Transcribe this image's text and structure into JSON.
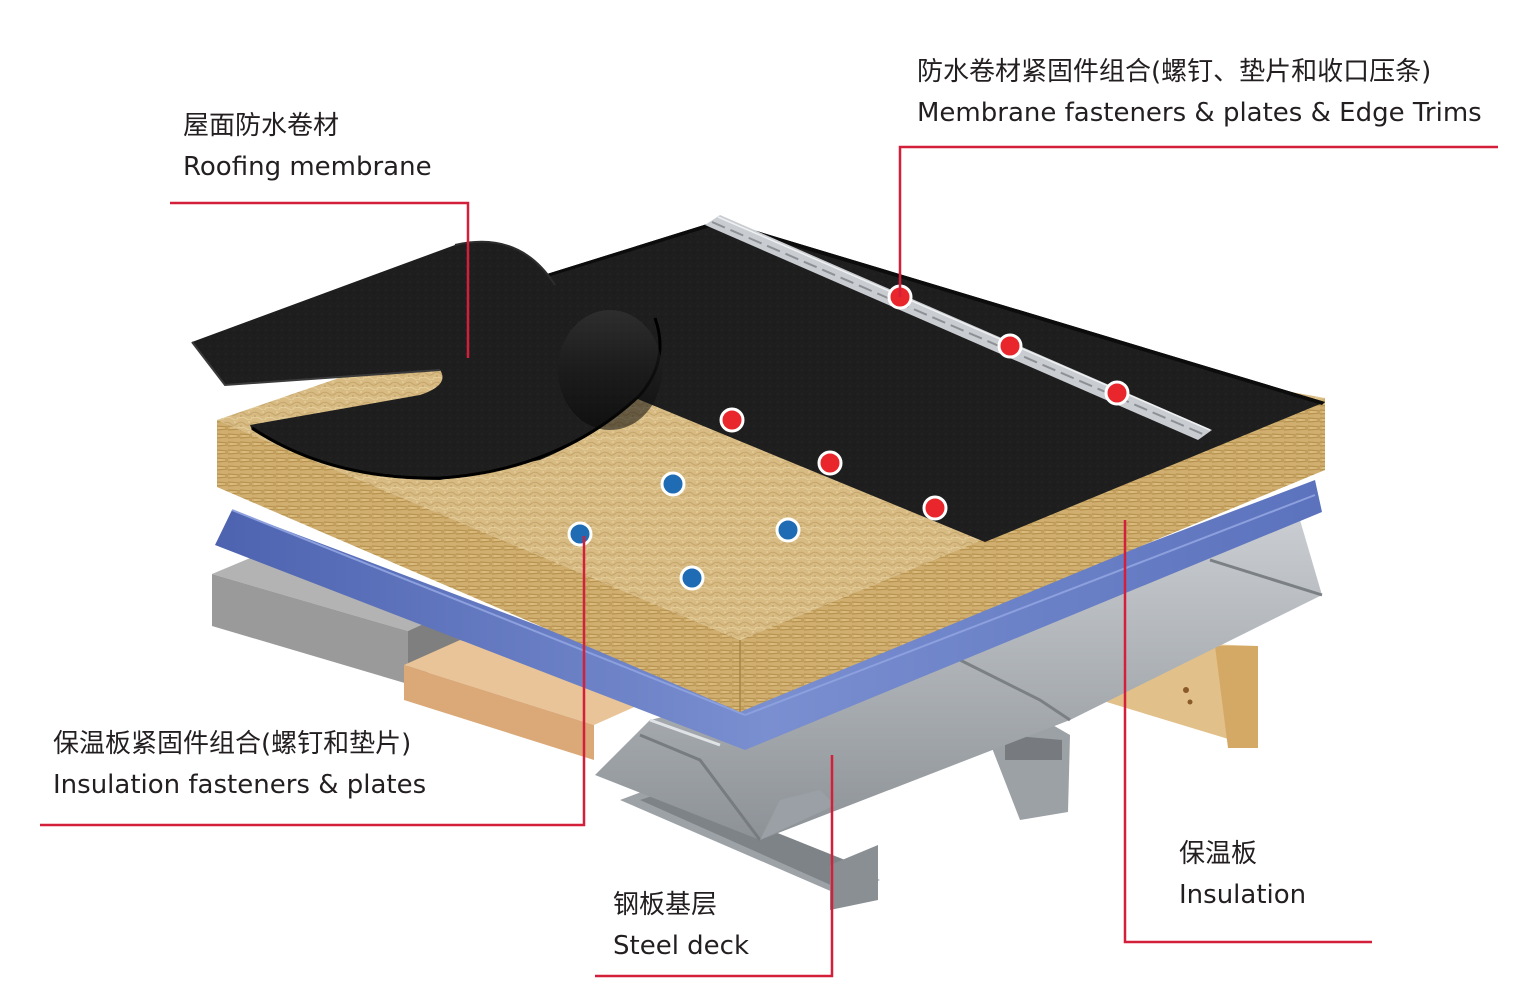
{
  "colors": {
    "leader_line": "#d31f3a",
    "membrane_fastener_dot": "#e8262b",
    "insulation_fastener_dot": "#1f6cb4",
    "membrane": "#1c1c1c",
    "insulation": "#d3b77e",
    "vapor_layer": "#5a6fb8",
    "steel_deck": "#a9adb2",
    "timber": "#e0b88a",
    "concrete": "#8f8f8f"
  },
  "callouts": {
    "roofing_membrane": {
      "zh": "屋面防水卷材",
      "en": "Roofing membrane"
    },
    "membrane_fasteners": {
      "zh": "防水卷材紧固件组合(螺钉、垫片和收口压条)",
      "en": "Membrane fasteners & plates & Edge Trims"
    },
    "insulation_fasteners": {
      "zh": "保温板紧固件组合(螺钉和垫片)",
      "en": "Insulation fasteners & plates"
    },
    "steel_deck": {
      "zh": "钢板基层",
      "en": "Steel deck"
    },
    "insulation": {
      "zh": "保温板",
      "en": "Insulation"
    }
  }
}
